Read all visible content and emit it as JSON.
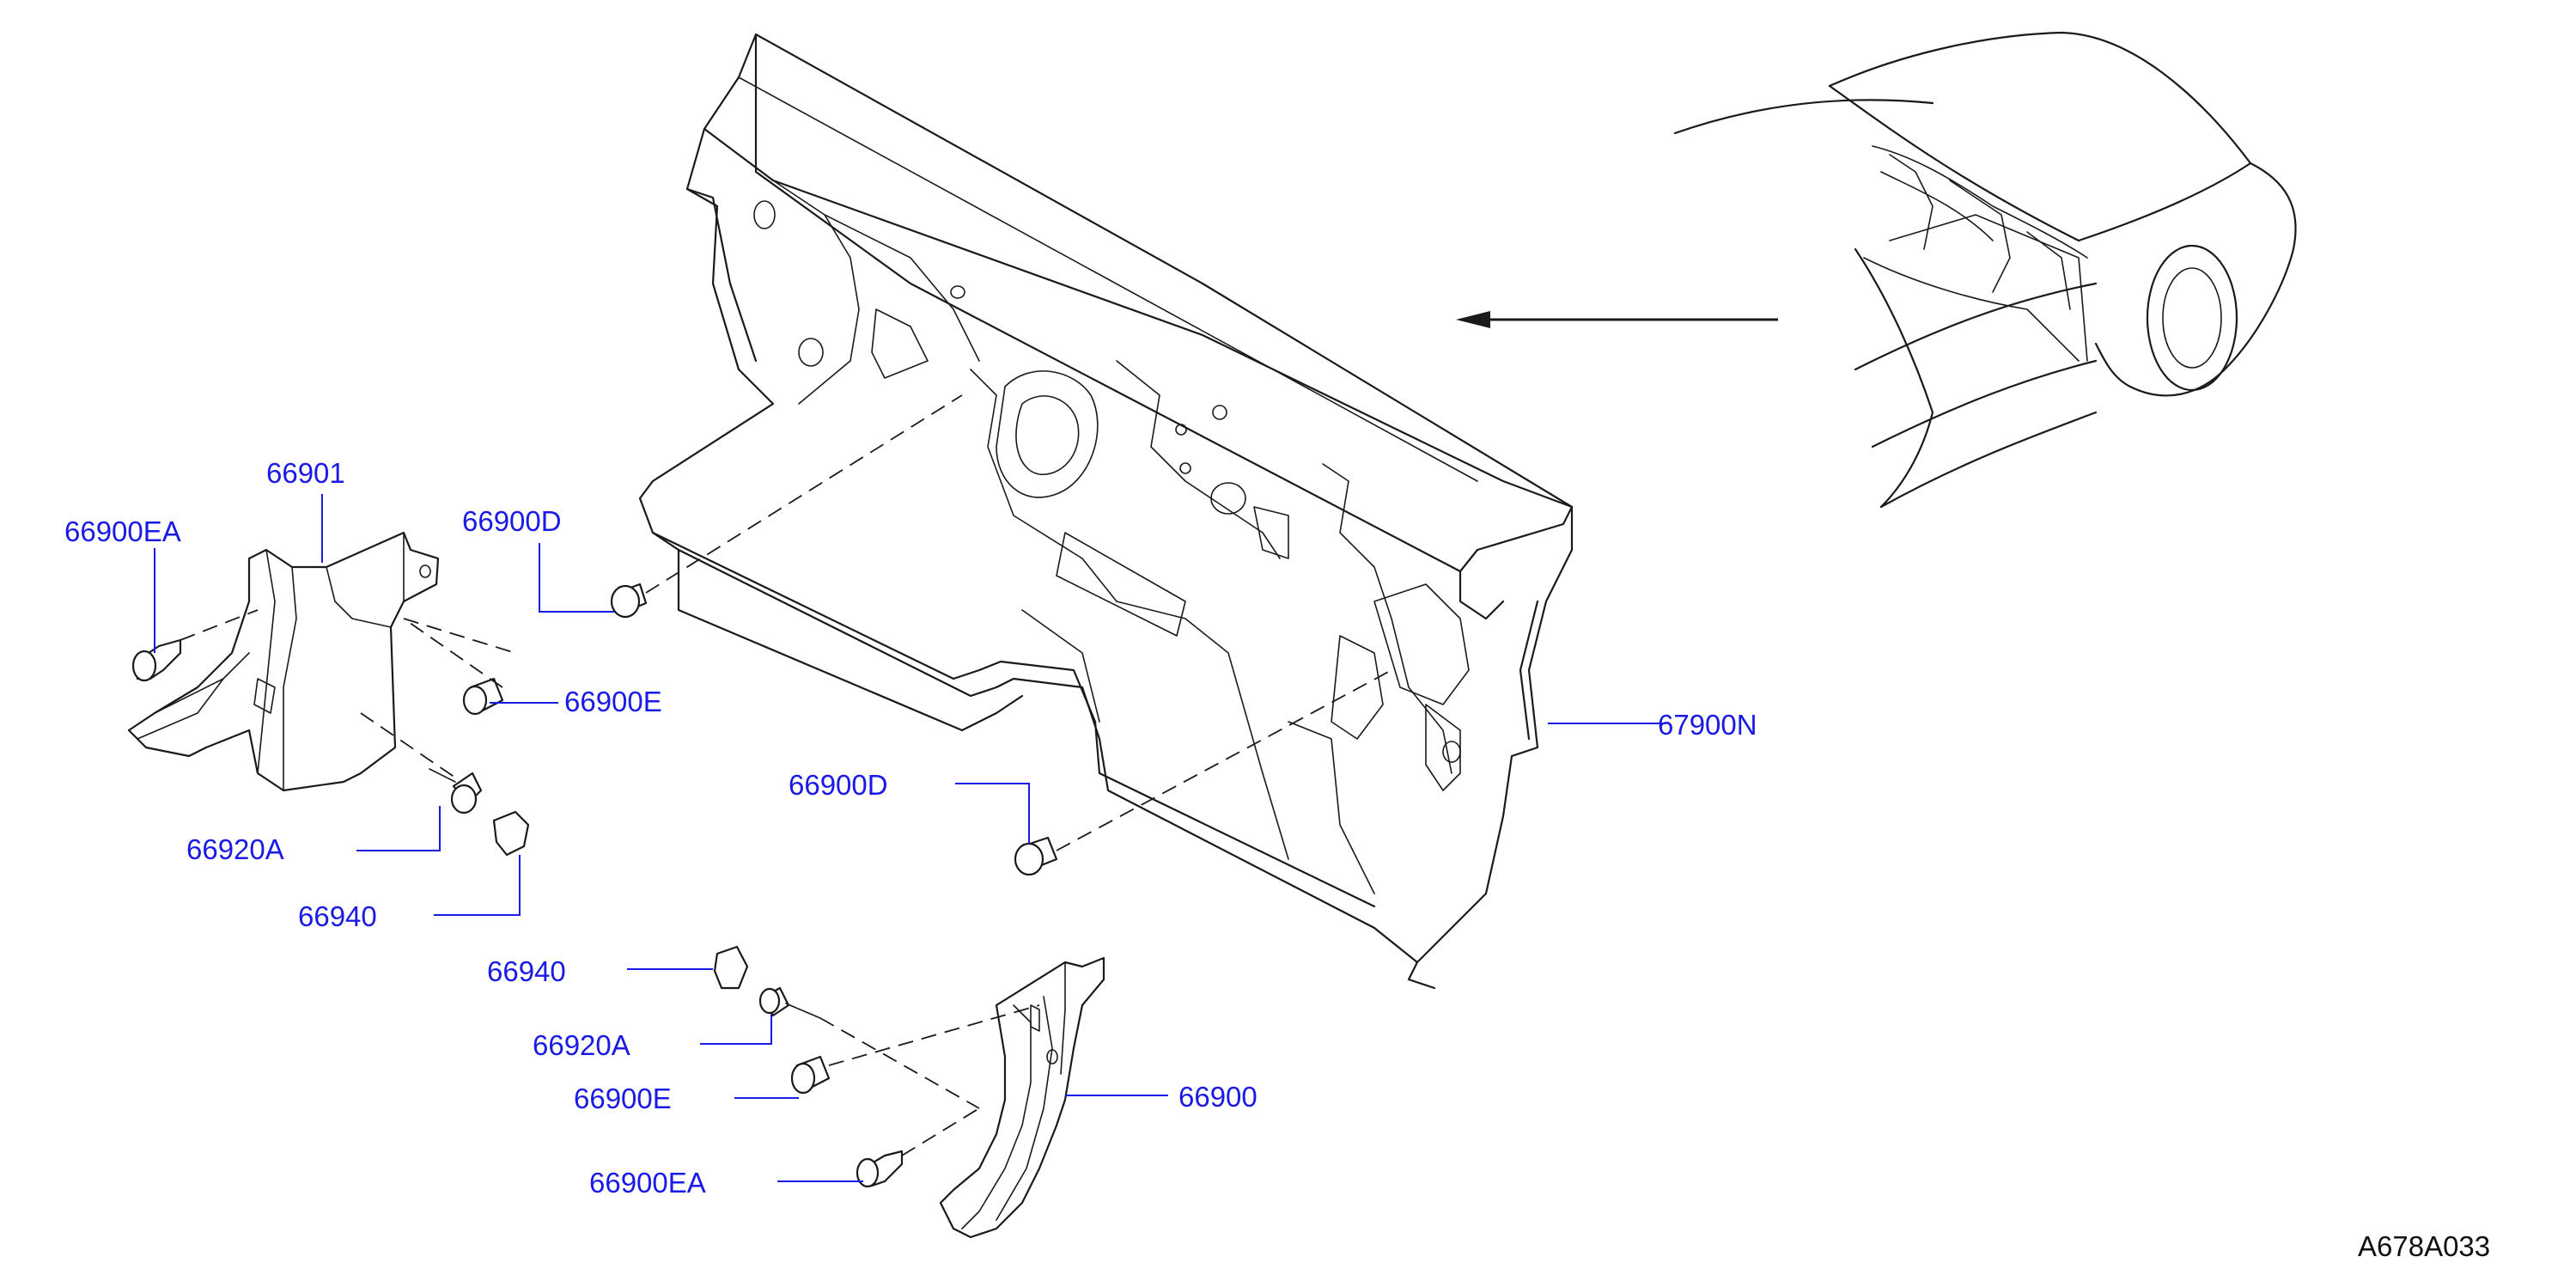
{
  "labels": {
    "dash_insulator": "67900N",
    "finisher_lh": "66901",
    "finisher_rh": "66900",
    "clip_ea_left": "66900EA",
    "clip_ea_right": "66900EA",
    "clip_d_upper": "66900D",
    "clip_d_lower": "66900D",
    "clip_e_left": "66900E",
    "clip_e_right": "66900E",
    "screw_left": "66920A",
    "screw_right": "66920A",
    "nut_left": "66940",
    "nut_right": "66940"
  },
  "diagram_code": "A678A033",
  "colors": {
    "label": "#1a1ae6",
    "line": "#1a1a1a",
    "background": "#ffffff"
  }
}
